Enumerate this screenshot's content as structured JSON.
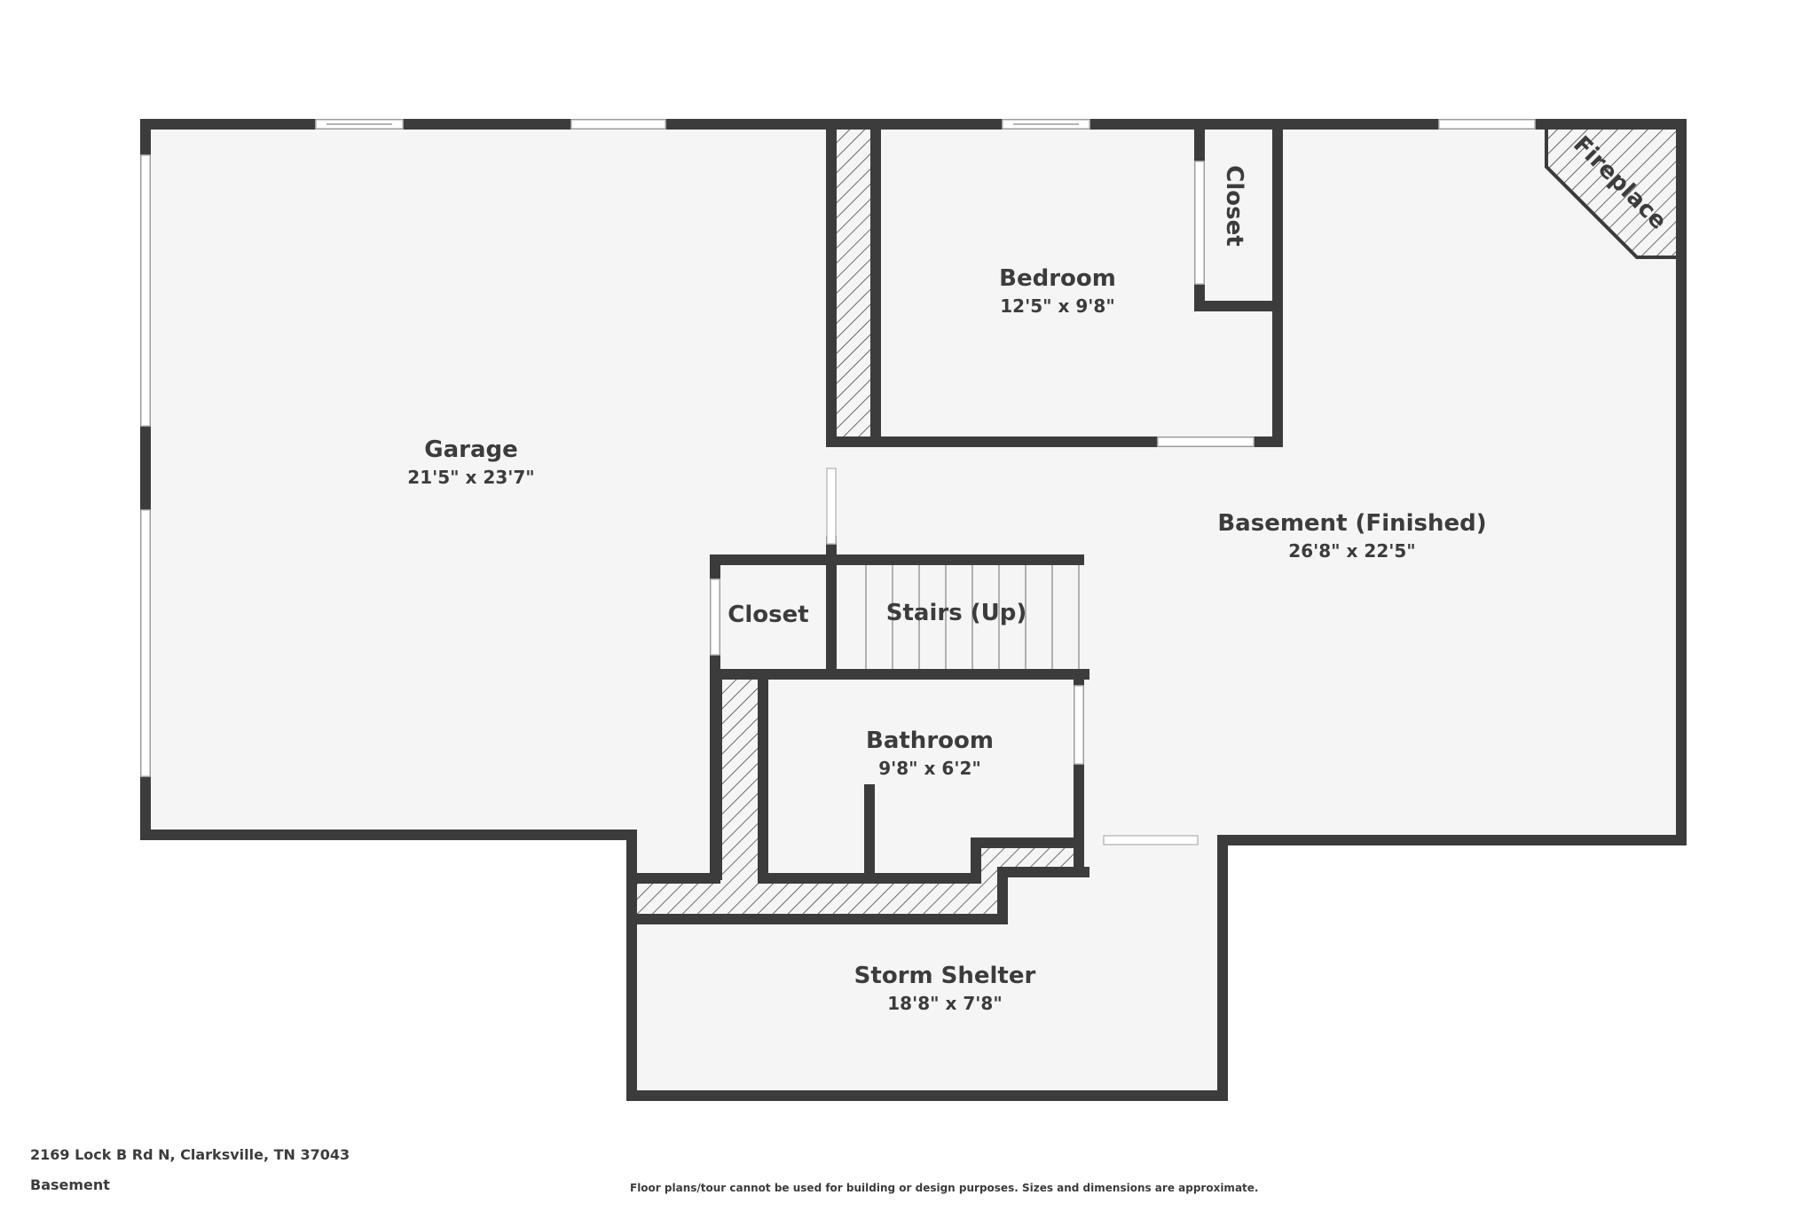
{
  "rooms": {
    "garage": {
      "name": "Garage",
      "dims": "21'5\" x 23'7\""
    },
    "bedroom": {
      "name": "Bedroom",
      "dims": "12'5\" x 9'8\""
    },
    "closet_bedroom": {
      "name": "Closet"
    },
    "fireplace": {
      "name": "Fireplace"
    },
    "basement": {
      "name": "Basement (Finished)",
      "dims": "26'8\" x 22'5\""
    },
    "closet_stairs": {
      "name": "Closet"
    },
    "stairs": {
      "name": "Stairs (Up)"
    },
    "bathroom": {
      "name": "Bathroom",
      "dims": "9'8\" x 6'2\""
    },
    "storm_shelter": {
      "name": "Storm Shelter",
      "dims": "18'8\" x 7'8\""
    }
  },
  "footer": {
    "address": "2169 Lock B Rd N, Clarksville, TN 37043",
    "level": "Basement",
    "disclaimer": "Floor plans/tour cannot be used for building or design purposes. Sizes and dimensions are approximate."
  },
  "colors": {
    "wall": "#3c3c3c",
    "floor": "#f5f5f5",
    "text": "#3c3c3c",
    "opening": "#ffffff"
  }
}
